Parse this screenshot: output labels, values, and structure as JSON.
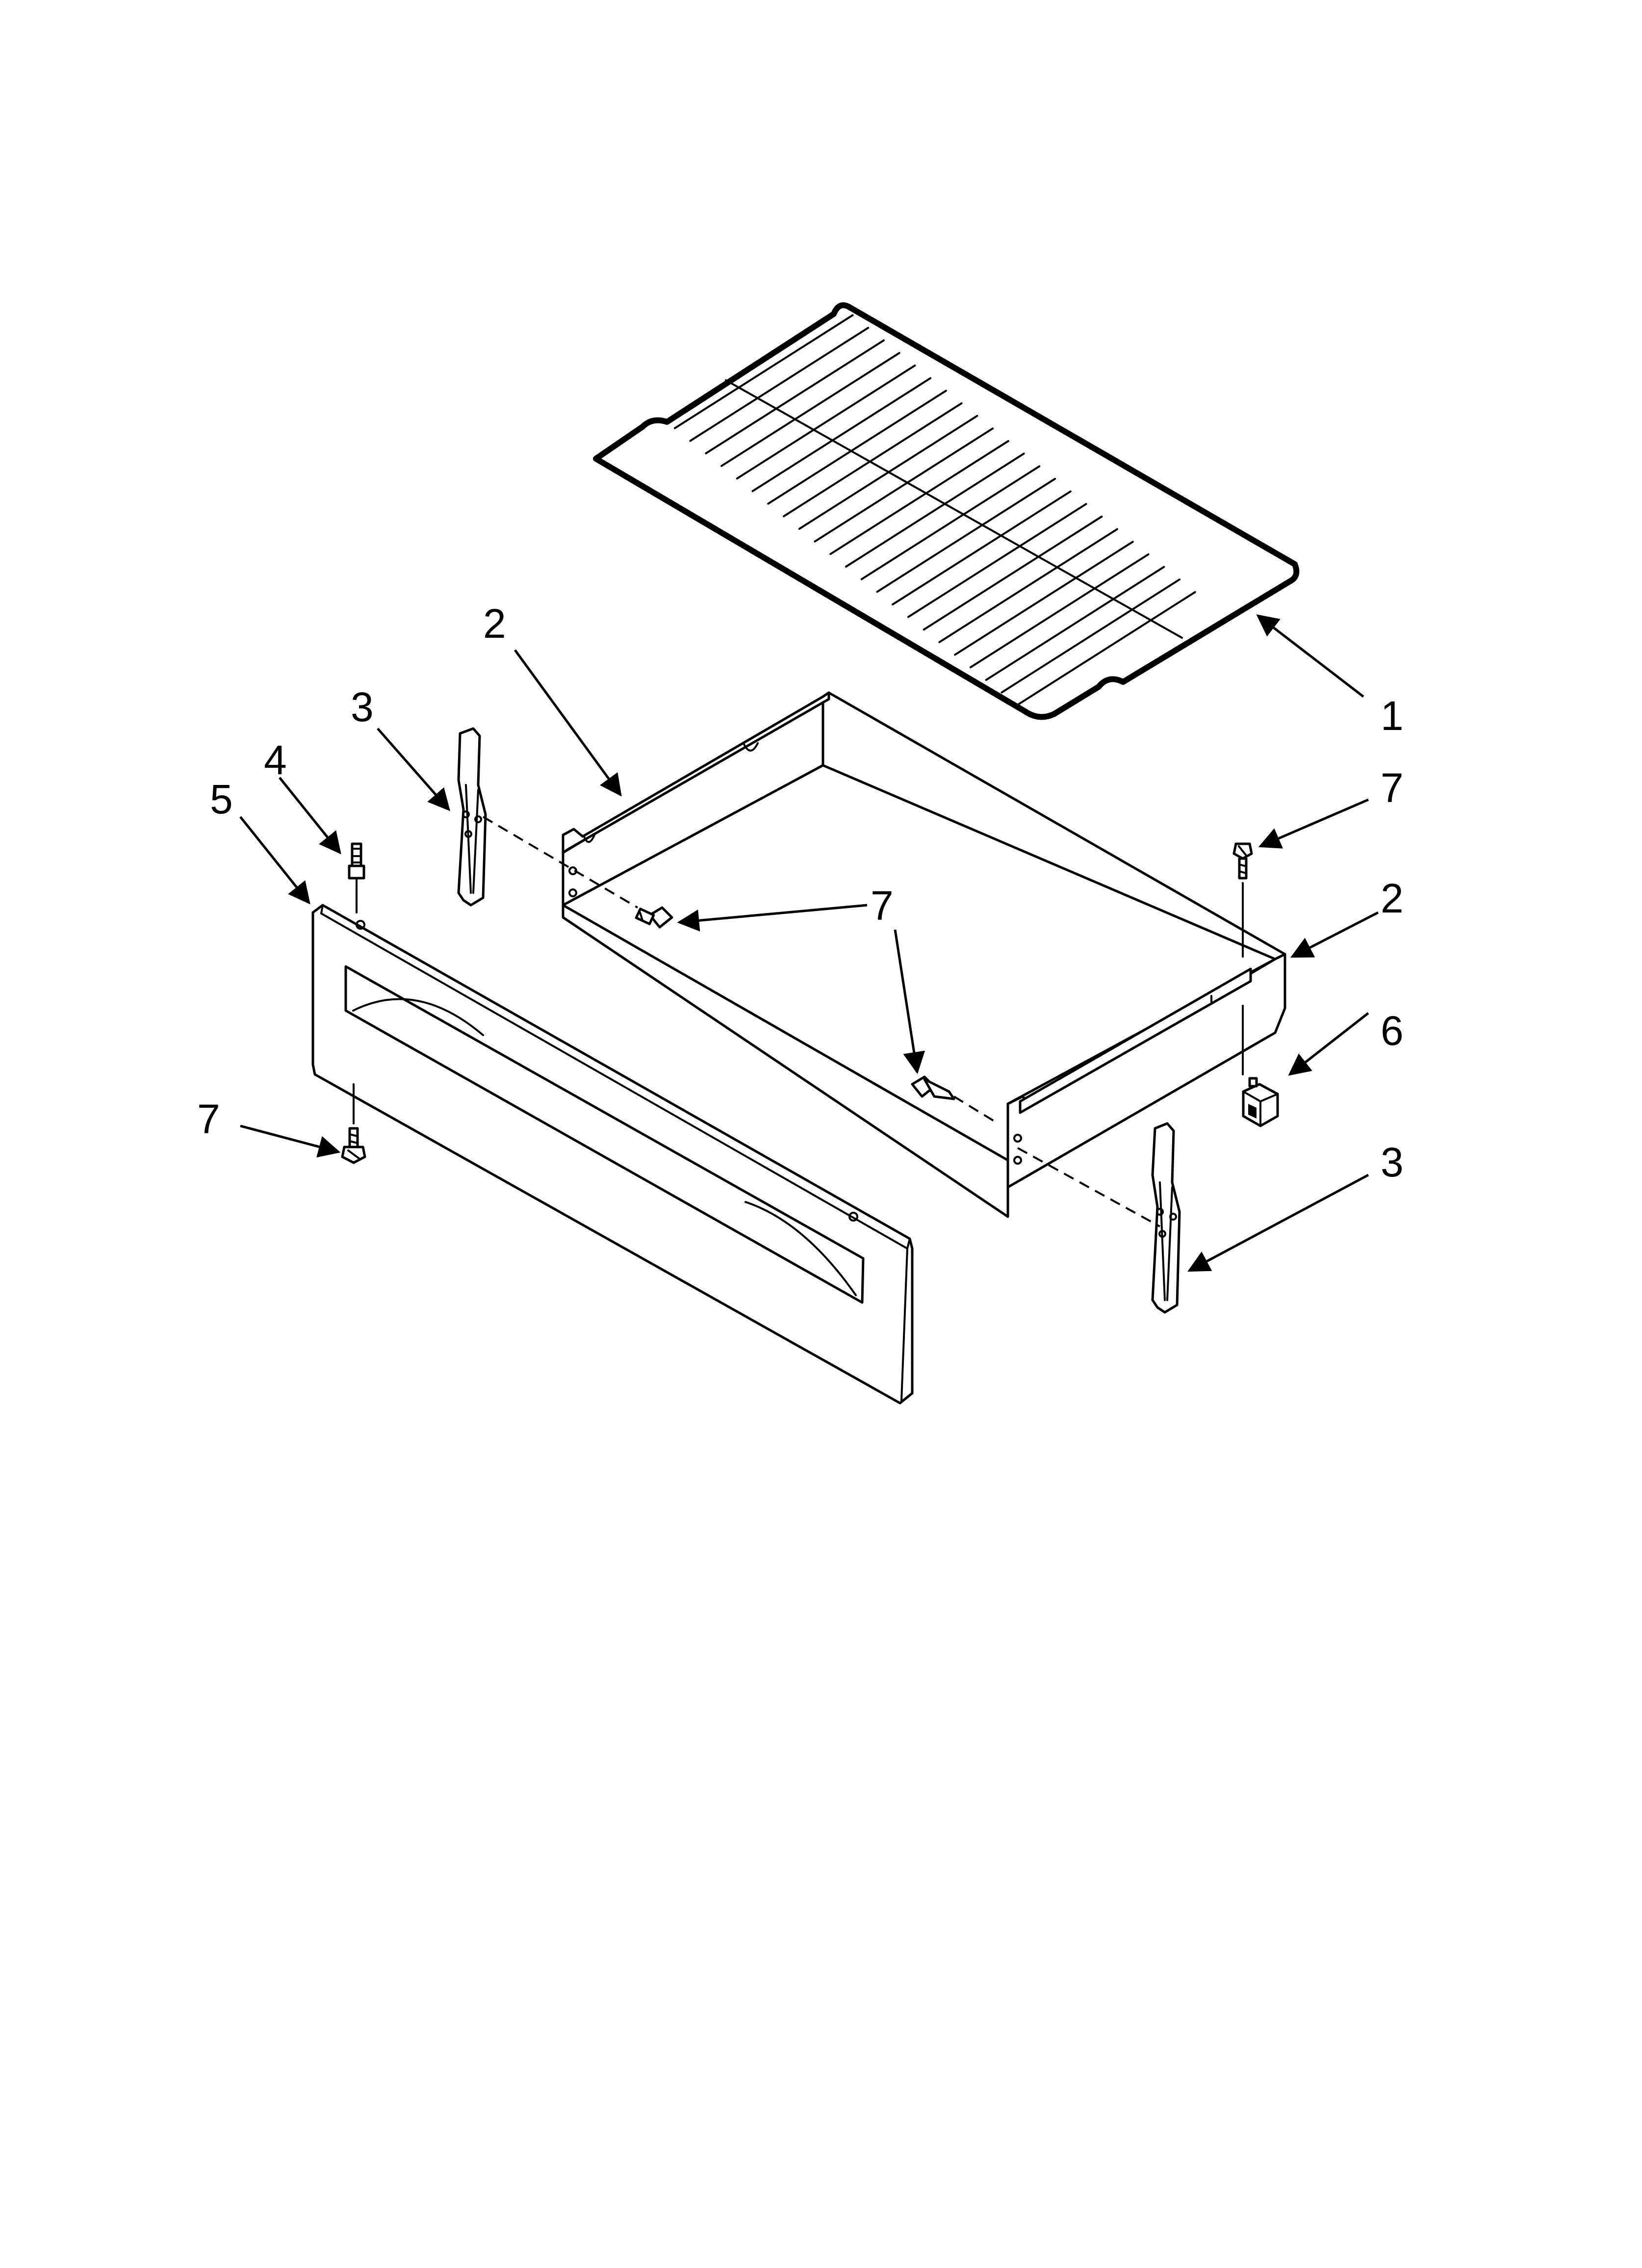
{
  "diagram": {
    "callouts": [
      {
        "id": "c1",
        "label": "1"
      },
      {
        "id": "c2a",
        "label": "2"
      },
      {
        "id": "c2b",
        "label": "2"
      },
      {
        "id": "c3a",
        "label": "3"
      },
      {
        "id": "c3b",
        "label": "3"
      },
      {
        "id": "c4",
        "label": "4"
      },
      {
        "id": "c5",
        "label": "5"
      },
      {
        "id": "c6",
        "label": "6"
      },
      {
        "id": "c7a",
        "label": "7"
      },
      {
        "id": "c7b",
        "label": "7"
      },
      {
        "id": "c7c",
        "label": "7"
      }
    ]
  }
}
